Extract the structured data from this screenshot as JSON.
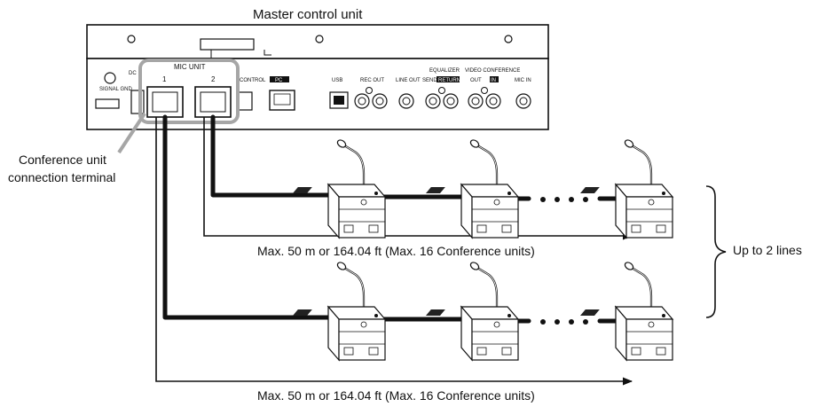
{
  "title": "Master control unit",
  "callout": {
    "line1": "Conference unit",
    "line2": "connection terminal"
  },
  "group_label": "Up to 2 lines",
  "distance_label_1": "Max. 50 m or 164.04 ft (Max. 16 Conference units)",
  "distance_label_2": "Max. 50 m or 164.04 ft (Max. 16 Conference units)",
  "panel": {
    "mic_unit": "MIC UNIT",
    "port_1": "1",
    "port_2": "2",
    "signal_gnd": "SIGNAL GND",
    "dc": "DC",
    "control": "CONTROL",
    "pc": "PC",
    "usb": "USB",
    "rec_out": "REC OUT",
    "line_out": "LINE OUT",
    "equalizer": "EQUALIZER",
    "send": "SEND",
    "return": "RETURN",
    "video_conference": "VIDEO CONFERENCE",
    "out": "OUT",
    "in": "IN",
    "mic_in": "MIC IN"
  },
  "colors": {
    "line": "#111111",
    "callout": "#a6a6a6",
    "device": "#ffffff"
  },
  "icons": [
    "conference-unit-device",
    "microphone-gooseneck",
    "rj45-port",
    "usb-port",
    "rca-jack",
    "arrow"
  ]
}
